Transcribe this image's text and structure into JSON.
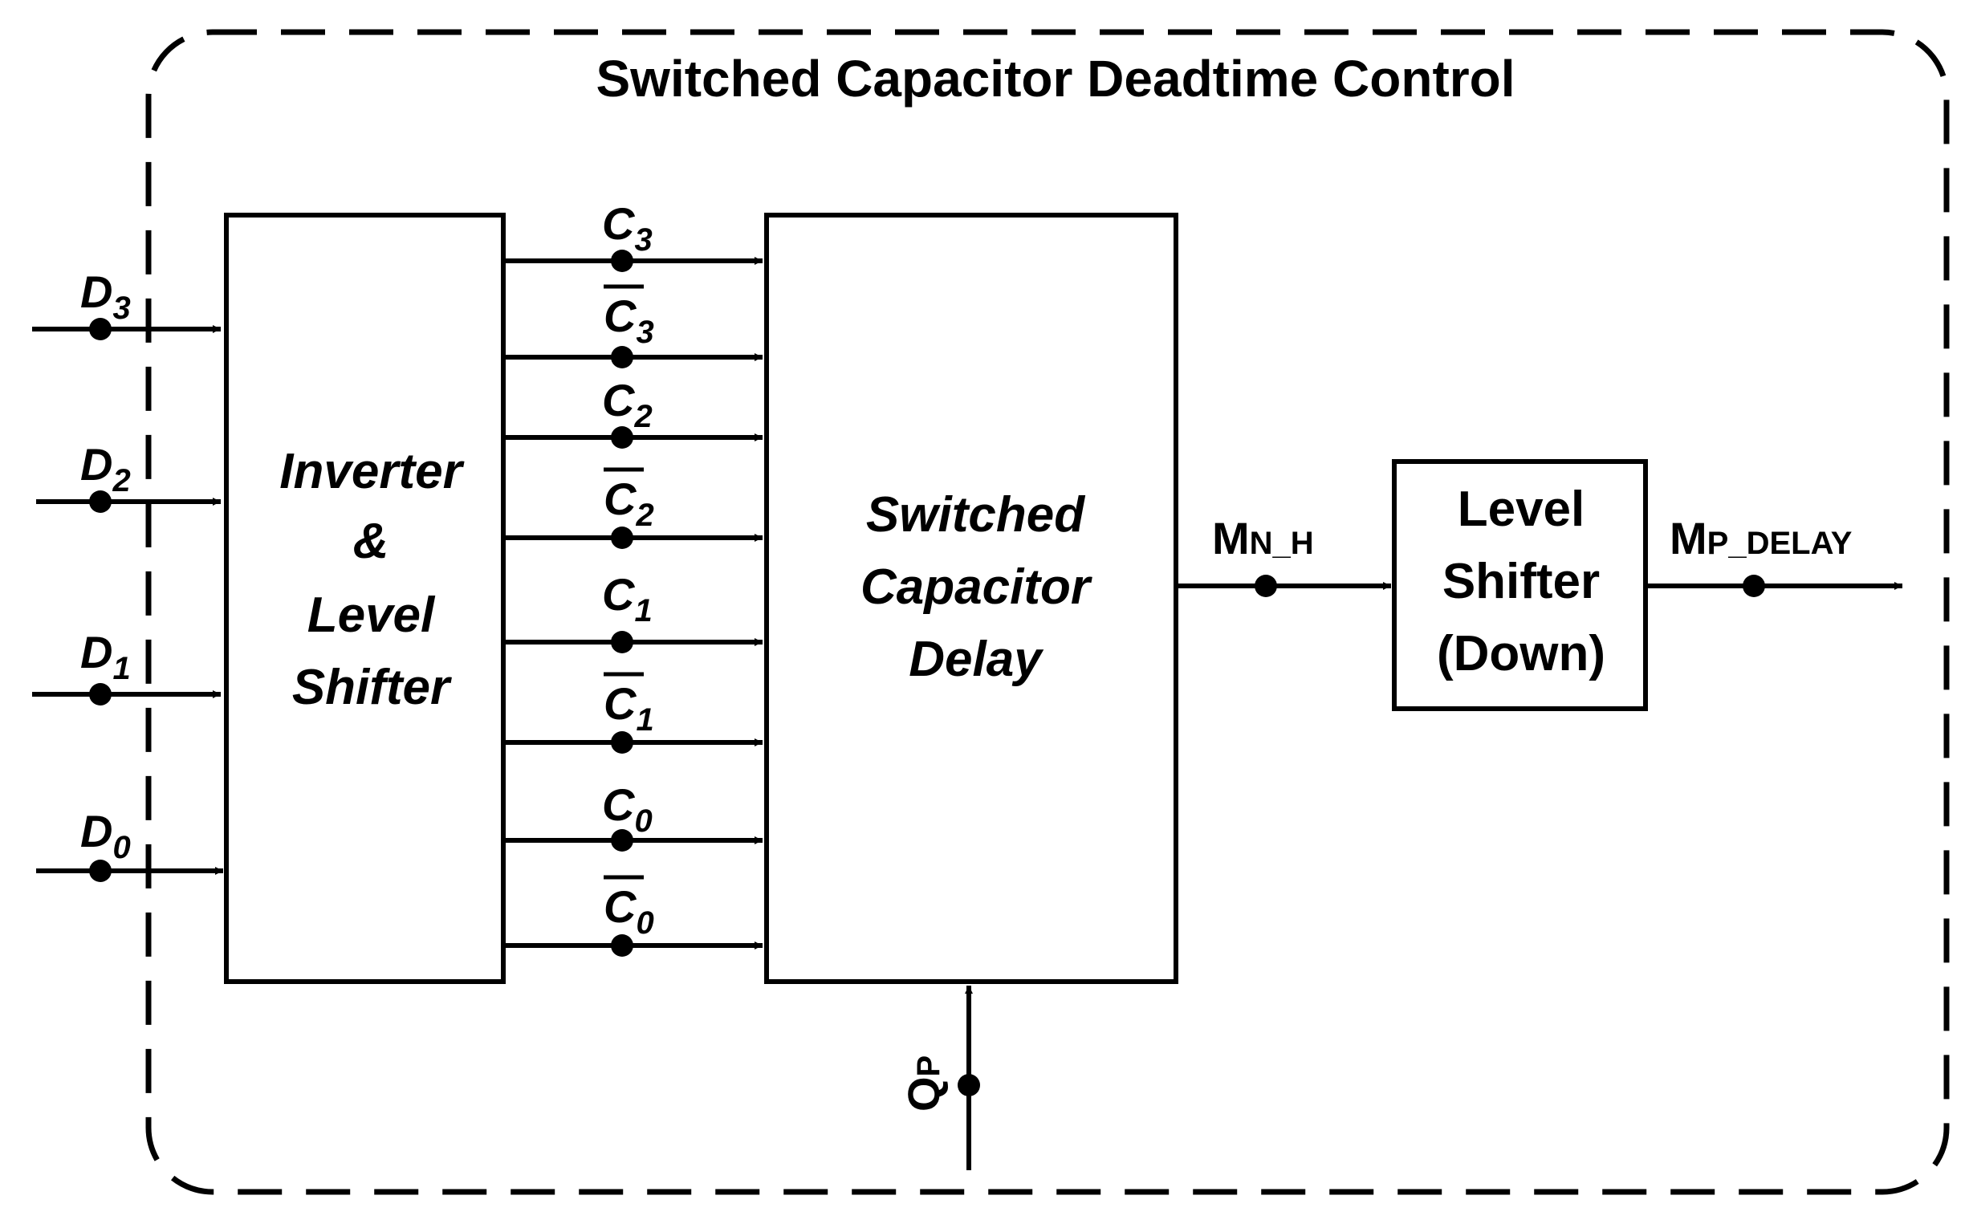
{
  "title": "Switched Capacitor Deadtime Control",
  "blocks": {
    "inverter": {
      "lines": [
        "Inverter",
        "&",
        "Level",
        "Shifter"
      ]
    },
    "delay": {
      "lines": [
        "Switched",
        "Capacitor",
        "Delay"
      ]
    },
    "level_shifter_down": {
      "lines": [
        "Level",
        "Shifter",
        "(Down)"
      ]
    }
  },
  "inputs": [
    {
      "base": "D",
      "sub": "3"
    },
    {
      "base": "D",
      "sub": "2"
    },
    {
      "base": "D",
      "sub": "1"
    },
    {
      "base": "D",
      "sub": "0"
    }
  ],
  "control_signals": [
    {
      "base": "C",
      "sub": "3",
      "bar": false
    },
    {
      "base": "C",
      "sub": "3",
      "bar": true
    },
    {
      "base": "C",
      "sub": "2",
      "bar": false
    },
    {
      "base": "C",
      "sub": "2",
      "bar": true
    },
    {
      "base": "C",
      "sub": "1",
      "bar": false
    },
    {
      "base": "C",
      "sub": "1",
      "bar": true
    },
    {
      "base": "C",
      "sub": "0",
      "bar": false
    },
    {
      "base": "C",
      "sub": "0",
      "bar": true
    }
  ],
  "signals": {
    "mnh": {
      "base": "M",
      "sub": "N_H"
    },
    "mpdelay": {
      "base": "M",
      "sub": "P_DELAY"
    },
    "qp": {
      "base": "Q",
      "sub": "P"
    }
  },
  "colors": {
    "stroke": "#000000",
    "background": "#ffffff"
  }
}
